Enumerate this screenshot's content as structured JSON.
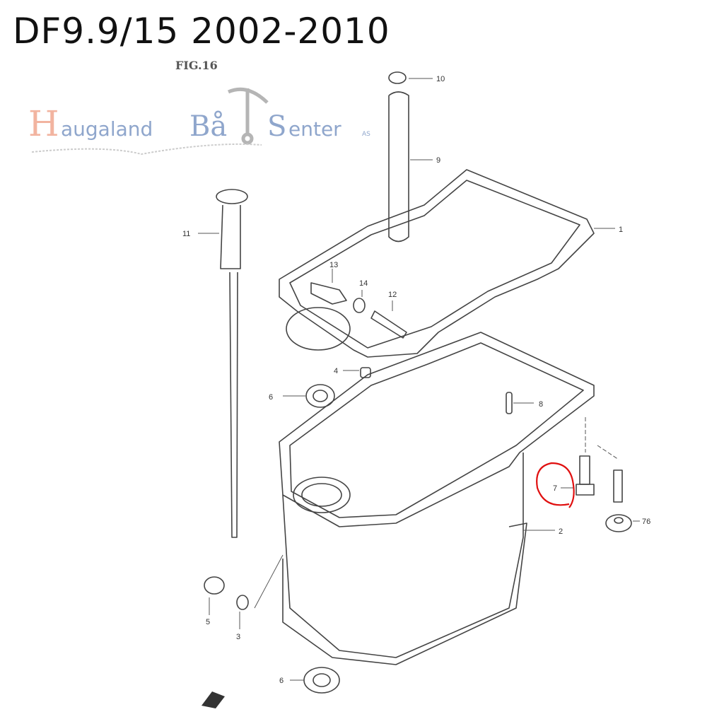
{
  "title": "DF9.9/15 2002-2010",
  "figure_label": "FIG.16",
  "logo": {
    "text": "Haugaland BåtSenter AS",
    "colors": {
      "h": "#f0a890",
      "text": "#8fa6cc",
      "anchor": "#b0b0b0"
    }
  },
  "annotation_color": "#e01010",
  "parts": [
    {
      "id": "10"
    },
    {
      "id": "9"
    },
    {
      "id": "1"
    },
    {
      "id": "11"
    },
    {
      "id": "13"
    },
    {
      "id": "14"
    },
    {
      "id": "12"
    },
    {
      "id": "4"
    },
    {
      "id": "6"
    },
    {
      "id": "8"
    },
    {
      "id": "7"
    },
    {
      "id": "76"
    },
    {
      "id": "2"
    },
    {
      "id": "5"
    },
    {
      "id": "3"
    },
    {
      "id": "6b",
      "label": "6"
    }
  ],
  "labels": {
    "p10": "10",
    "p9": "9",
    "p1": "1",
    "p11": "11",
    "p13": "13",
    "p14": "14",
    "p12": "12",
    "p4": "4",
    "p6": "6",
    "p8": "8",
    "p7": "7",
    "p76": "76",
    "p2": "2",
    "p5": "5",
    "p3": "3",
    "p6b": "6"
  }
}
